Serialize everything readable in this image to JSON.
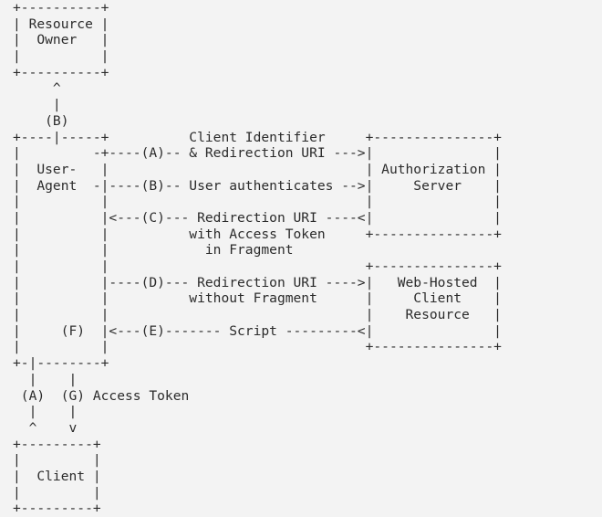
{
  "diagram": {
    "lines": [
      "+----------+",
      "| Resource |",
      "|  Owner   |",
      "|          |",
      "+----------+",
      "     ^",
      "     |",
      "    (B)",
      "+----|-----+          Client Identifier     +---------------+",
      "|         -+----(A)-- & Redirection URI --->|               |",
      "|  User-   |                                | Authorization |",
      "|  Agent  -|----(B)-- User authenticates -->|     Server    |",
      "|          |                                |               |",
      "|          |<---(C)--- Redirection URI ----<|               |",
      "|          |          with Access Token     +---------------+",
      "|          |            in Fragment",
      "|          |                                +---------------+",
      "|          |----(D)--- Redirection URI ---->|   Web-Hosted  |",
      "|          |          without Fragment      |     Client    |",
      "|          |                                |    Resource   |",
      "|     (F)  |<---(E)------- Script ---------<|               |",
      "|          |                                +---------------+",
      "+-|--------+",
      "  |    |",
      " (A)  (G) Access Token",
      "  |    |",
      "  ^    v",
      "+---------+",
      "|         |",
      "|  Client |",
      "|         |",
      "+---------+"
    ]
  }
}
